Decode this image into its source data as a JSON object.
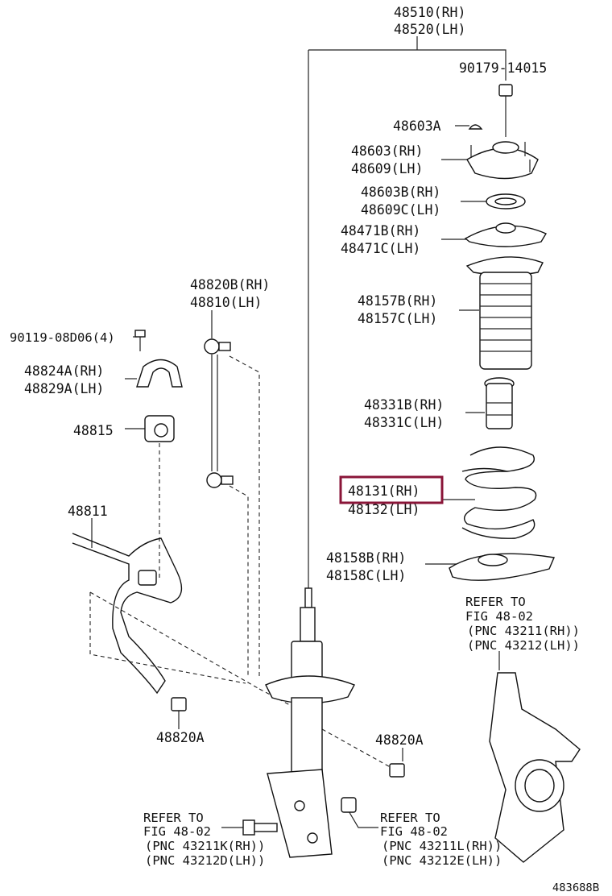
{
  "labels": {
    "strut_rh": "48510(RH)",
    "strut_lh": "48520(LH)",
    "nut_top": "90179-14015",
    "cap_a": "48603A",
    "support_rh": "48603(RH)",
    "support_lh": "48609(LH)",
    "bearing_rh": "48603B(RH)",
    "bearing_lh": "48609C(LH)",
    "seat_upper_rh": "48471B(RH)",
    "seat_upper_lh": "48471C(LH)",
    "boot_rh": "48157B(RH)",
    "boot_lh": "48157C(LH)",
    "bumper_rh": "48331B(RH)",
    "bumper_lh": "48331C(LH)",
    "spring_rh": "48131(RH)",
    "spring_lh": "48132(LH)",
    "insulator_rh": "48158B(RH)",
    "insulator_lh": "48158C(LH)",
    "link_rh": "48820B(RH)",
    "link_lh": "48810(LH)",
    "bolt": "90119-08D06(4)",
    "bracket_rh": "48824A(RH)",
    "bracket_lh": "48829A(LH)",
    "bushing": "48815",
    "stabilizer_bar": "48811",
    "link_nut_left": "48820A",
    "link_nut_right": "48820A",
    "figure_number": "483688B"
  },
  "refer_knuckle": {
    "line1": "REFER TO",
    "line2": "FIG 48-02",
    "line3": "(PNC 43211(RH))",
    "line4": "(PNC 43212(LH))"
  },
  "refer_bolt": {
    "line1": "REFER TO",
    "line2": "FIG 48-02",
    "line3": "(PNC 43211K(RH))",
    "line4": "(PNC 43212D(LH))"
  },
  "refer_nut": {
    "line1": "REFER TO",
    "line2": "FIG 48-02",
    "line3": "(PNC 43211L(RH))",
    "line4": "(PNC 43212E(LH))"
  },
  "highlight": {
    "part": "48131(RH)",
    "color": "#8a1538"
  }
}
